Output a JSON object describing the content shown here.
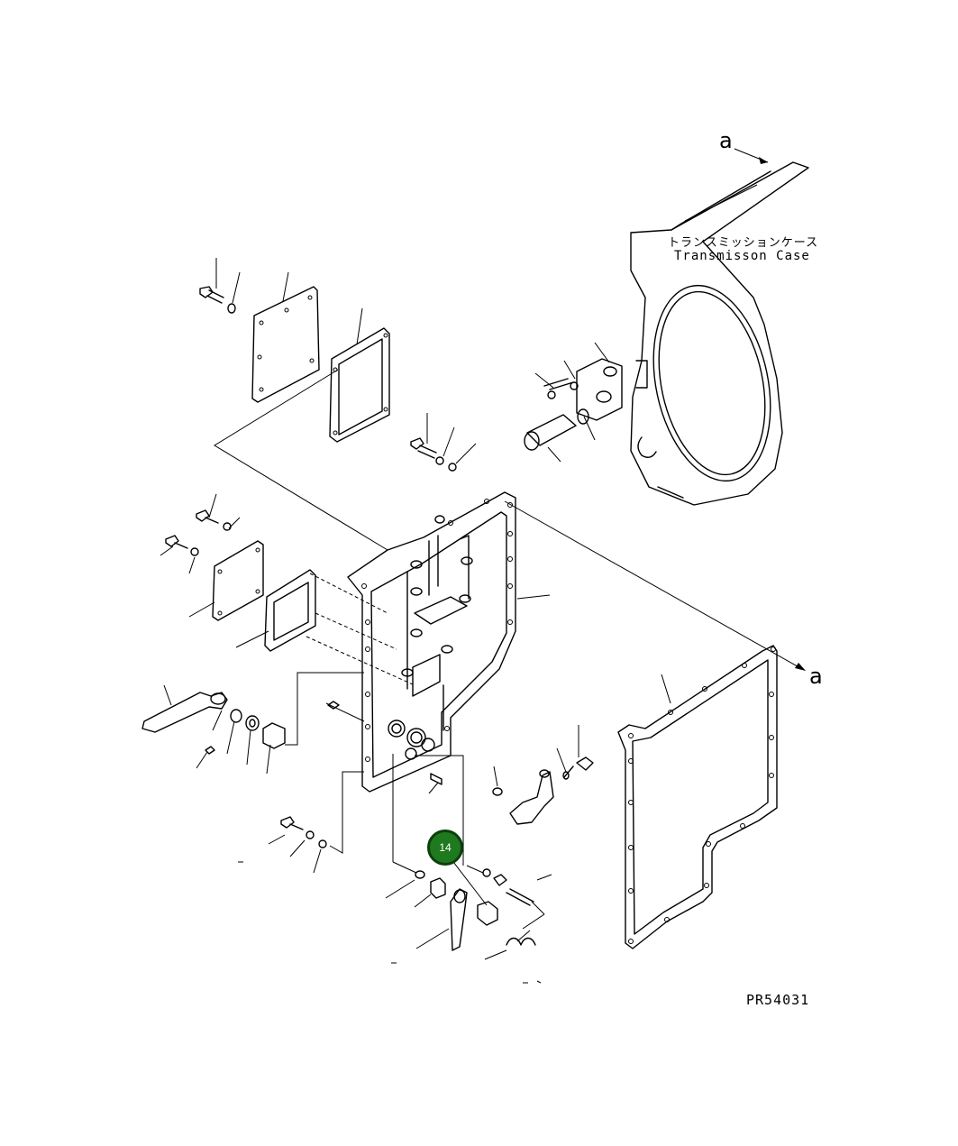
{
  "transmission_case": {
    "label_jp": "トランスミッションケース",
    "label_en": "Transmisson Case"
  },
  "reference_marks": {
    "top": "a",
    "right": "a"
  },
  "drawing_code": "PR54031",
  "callout": {
    "number": "14",
    "color": "#1f7a1f"
  }
}
